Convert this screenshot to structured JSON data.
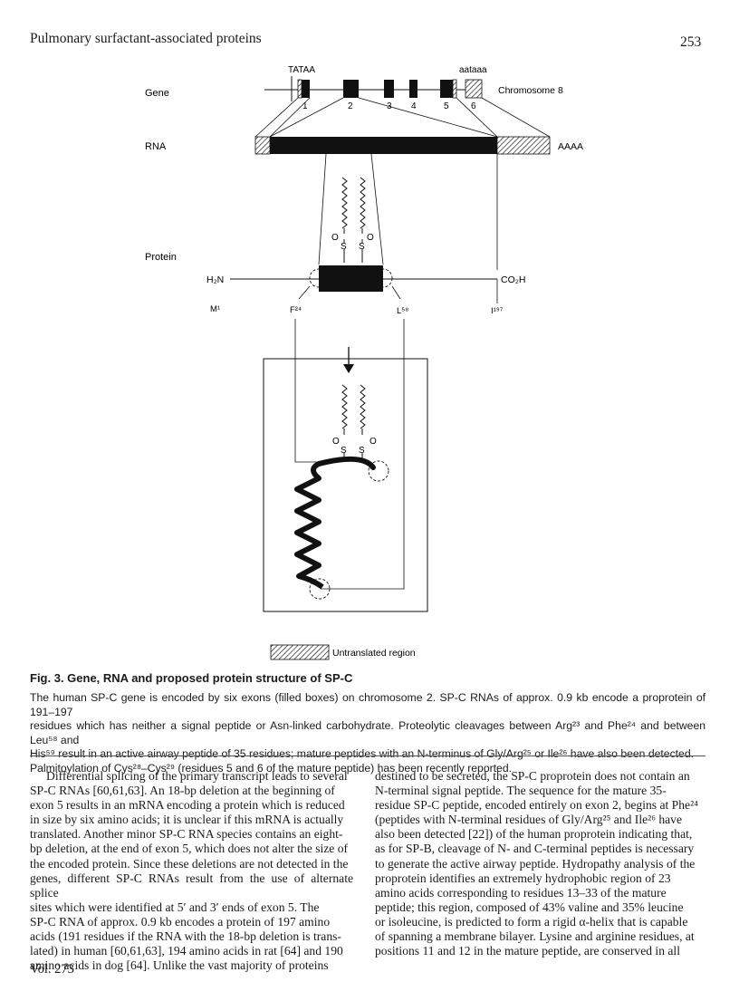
{
  "header": {
    "running_title": "Pulmonary surfactant-associated proteins",
    "page_number": "253"
  },
  "figure": {
    "row_labels": {
      "gene": "Gene",
      "rna": "RNA",
      "protein": "Protein"
    },
    "gene": {
      "tataa": "TATAA",
      "aataaa": "aataaa",
      "chromosome": "Chromosome 8",
      "exons": [
        "1",
        "2",
        "3",
        "4",
        "5",
        "6"
      ]
    },
    "rna": {
      "polya": "AAAA"
    },
    "protein": {
      "n_term": "H₂N",
      "c_term": "CO₂H",
      "o_left": "O",
      "o_right": "O",
      "s_left": "S",
      "s_right": "S",
      "res_m": "M¹",
      "res_f": "F²⁴",
      "res_l": "L⁵⁸",
      "res_i": "I¹⁹⁷"
    },
    "mature": {
      "o_left": "O",
      "o_right": "O",
      "s_left": "S",
      "s_right": "S"
    },
    "legend": "Untranslated region"
  },
  "caption": {
    "title": "Fig. 3. Gene, RNA and proposed protein structure of SP-C",
    "lines": [
      "The human SP-C gene is encoded by six exons (filled boxes) on chromosome 2. SP-C RNAs of approx. 0.9 kb encode a proprotein of 191–197",
      "residues which has neither a signal peptide or Asn-linked carbohydrate. Proteolytic cleavages between Arg²³ and Phe²⁴ and between Leu⁵⁸ and",
      "His⁵⁹ result in an active airway peptide of 35 residues; mature peptides with an N-terminus of Gly/Arg²⁵ or Ile²⁶ have also been detected.",
      "Palmitoylation of Cys²⁸–Cys²⁹ (residues 5 and 6 of the mature peptide) has been recently reported."
    ]
  },
  "body": {
    "left_lines": [
      "Differential splicing of the primary transcript leads to several",
      "SP-C RNAs [60,61,63]. An 18-bp deletion at the beginning of",
      "exon 5 results in an mRNA encoding a protein which is reduced",
      "in size by six amino acids; it is unclear if this mRNA is actually",
      "translated. Another minor SP-C RNA species contains an eight-",
      "bp deletion, at the end of exon 5, which does not alter the size of",
      "the encoded protein. Since these deletions are not detected in the",
      "genes, different SP-C RNAs result from the use of alternate splice",
      "sites which were identified at 5′ and 3′ ends of exon 5. The",
      "SP-C RNA of approx. 0.9 kb encodes a protein of 197 amino",
      "acids (191 residues if the RNA with the 18-bp deletion is trans-",
      "lated) in human [60,61,63], 194 amino acids in rat [64] and 190",
      "amino acids in dog [64]. Unlike the vast majority of proteins"
    ],
    "right_lines": [
      "destined to be secreted, the SP-C proprotein does not contain an",
      "N-terminal signal peptide. The sequence for the mature 35-",
      "residue SP-C peptide, encoded entirely on exon 2, begins at Phe²⁴",
      "(peptides with N-terminal residues of Gly/Arg²⁵ and Ile²⁶ have",
      "also been detected [22]) of the human proprotein indicating that,",
      "as for SP-B, cleavage of N- and C-terminal peptides is necessary",
      "to generate the active airway peptide. Hydropathy analysis of the",
      "proprotein identifies an extremely hydrophobic region of 23",
      "amino acids corresponding to residues 13–33 of the mature",
      "peptide; this region, composed of 43% valine and 35% leucine",
      "or isoleucine, is predicted to form a rigid α-helix that is capable",
      "of spanning a membrane bilayer. Lysine and arginine residues, at",
      "positions 11 and 12 in the mature peptide, are conserved in all"
    ]
  },
  "footer": {
    "volume": "Vol. 273"
  }
}
